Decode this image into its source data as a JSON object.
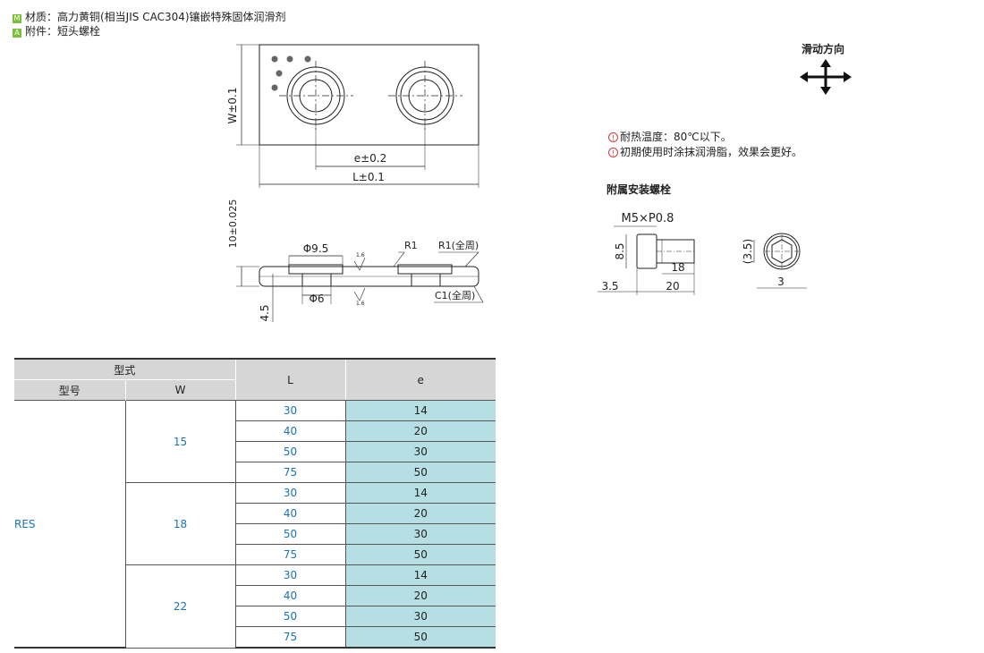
{
  "header": {
    "material_badge": "M",
    "material_text": "材质：高力黄铜(相当JIS  CAC304)镶嵌特殊固体润滑剂",
    "accessory_badge": "A",
    "accessory_text": "附件：短头螺栓"
  },
  "drawing": {
    "w_dim": "W±0.1",
    "e_dim": "e±0.2",
    "l_dim": "L±0.1",
    "t_dim": "10±0.025",
    "phi_big": "Φ9.5",
    "phi_small": "Φ6",
    "r1": "R1",
    "r1_all": "R1(全周)",
    "c1_all": "C1(全周)",
    "rough_top": "1.6",
    "rough_bottom": "1.6",
    "depth": "4.5"
  },
  "slide": {
    "label": "滑动方向"
  },
  "notes": {
    "heat": "耐热温度：80℃以下。",
    "lube": "初期使用时涂抹润滑脂，效果会更好。"
  },
  "bolt": {
    "title": "附属安装螺栓",
    "thread": "M5×P0.8",
    "head_h": "8.5",
    "thread_len": "18",
    "total_len": "20",
    "head_len": "3.5",
    "hex_h": "(3.5)",
    "hex_w": "3"
  },
  "table": {
    "h_type": "型式",
    "h_model": "型号",
    "h_w": "W",
    "h_l": "L",
    "h_e": "e",
    "model": "RES",
    "groups": [
      {
        "w": "15",
        "rows": [
          {
            "l": "30",
            "e": "14"
          },
          {
            "l": "40",
            "e": "20"
          },
          {
            "l": "50",
            "e": "30"
          },
          {
            "l": "75",
            "e": "50"
          }
        ]
      },
      {
        "w": "18",
        "rows": [
          {
            "l": "30",
            "e": "14"
          },
          {
            "l": "40",
            "e": "20"
          },
          {
            "l": "50",
            "e": "30"
          },
          {
            "l": "75",
            "e": "50"
          }
        ]
      },
      {
        "w": "22",
        "rows": [
          {
            "l": "30",
            "e": "14"
          },
          {
            "l": "40",
            "e": "20"
          },
          {
            "l": "50",
            "e": "30"
          },
          {
            "l": "75",
            "e": "50"
          }
        ]
      }
    ]
  }
}
